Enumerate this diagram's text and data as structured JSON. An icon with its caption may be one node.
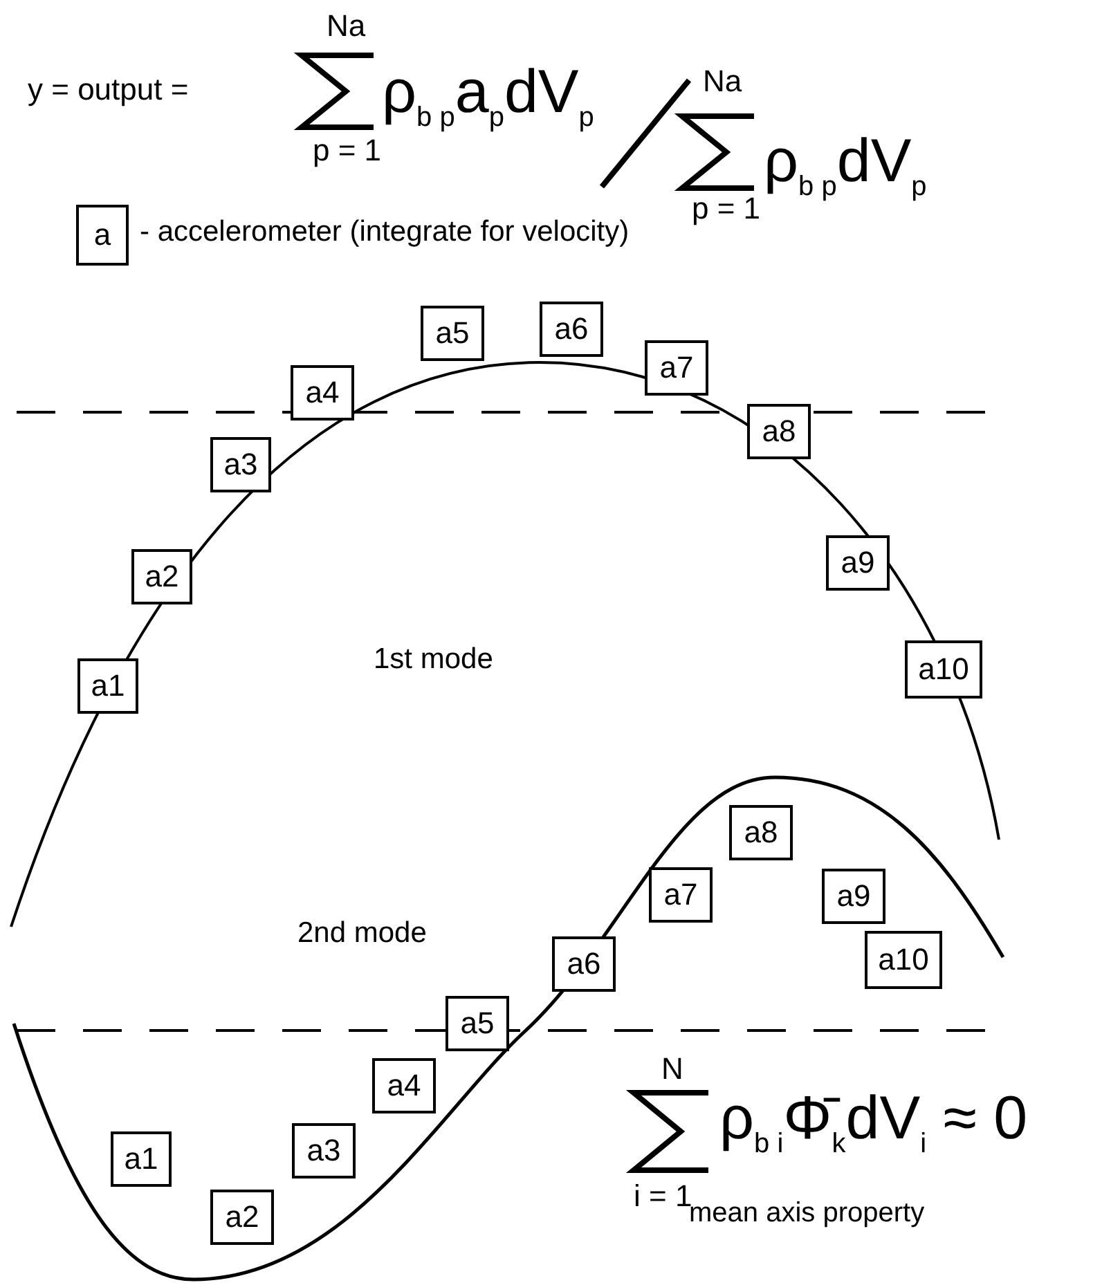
{
  "diagram": {
    "nodes": [
      {
        "text": [
          "a"
        ],
        "beside": [
          "- accelerometer (integrate for velocity)"
        ]
      },
      {
        "text": [
          "a1"
        ]
      },
      {
        "text": [
          "a2"
        ]
      },
      {
        "text": [
          "a3"
        ]
      },
      {
        "text": [
          "a4"
        ]
      },
      {
        "text": [
          "a5"
        ]
      },
      {
        "text": [
          "a6"
        ]
      },
      {
        "text": [
          "a7"
        ]
      },
      {
        "text": [
          "a8"
        ]
      },
      {
        "text": [
          "a9"
        ]
      },
      {
        "text": [
          "a10"
        ]
      },
      {
        "text": [
          "a1"
        ]
      },
      {
        "text": [
          "a2"
        ]
      },
      {
        "text": [
          "a3"
        ]
      },
      {
        "text": [
          "a4"
        ]
      },
      {
        "text": [
          "a5"
        ]
      },
      {
        "text": [
          "a6"
        ]
      },
      {
        "text": [
          "a7"
        ]
      },
      {
        "text": [
          "a8"
        ]
      },
      {
        "text": [
          "a9"
        ]
      },
      {
        "text": [
          "a10"
        ]
      }
    ],
    "edges": [],
    "labels": [
      "y = output =",
      "Na",
      "ρ$_{b p}$a$_{p}$dV$_{p}$",
      "p = 1",
      "Na",
      "ρ$_{b p}$dV$_{p}$",
      "p = 1",
      "1st mode",
      "2nd mode",
      "N",
      "ρ$_{b i}$Φ̄$_{k}$dV$_{i}$ ≈ 0",
      "i = 1",
      "mean axis property"
    ]
  }
}
